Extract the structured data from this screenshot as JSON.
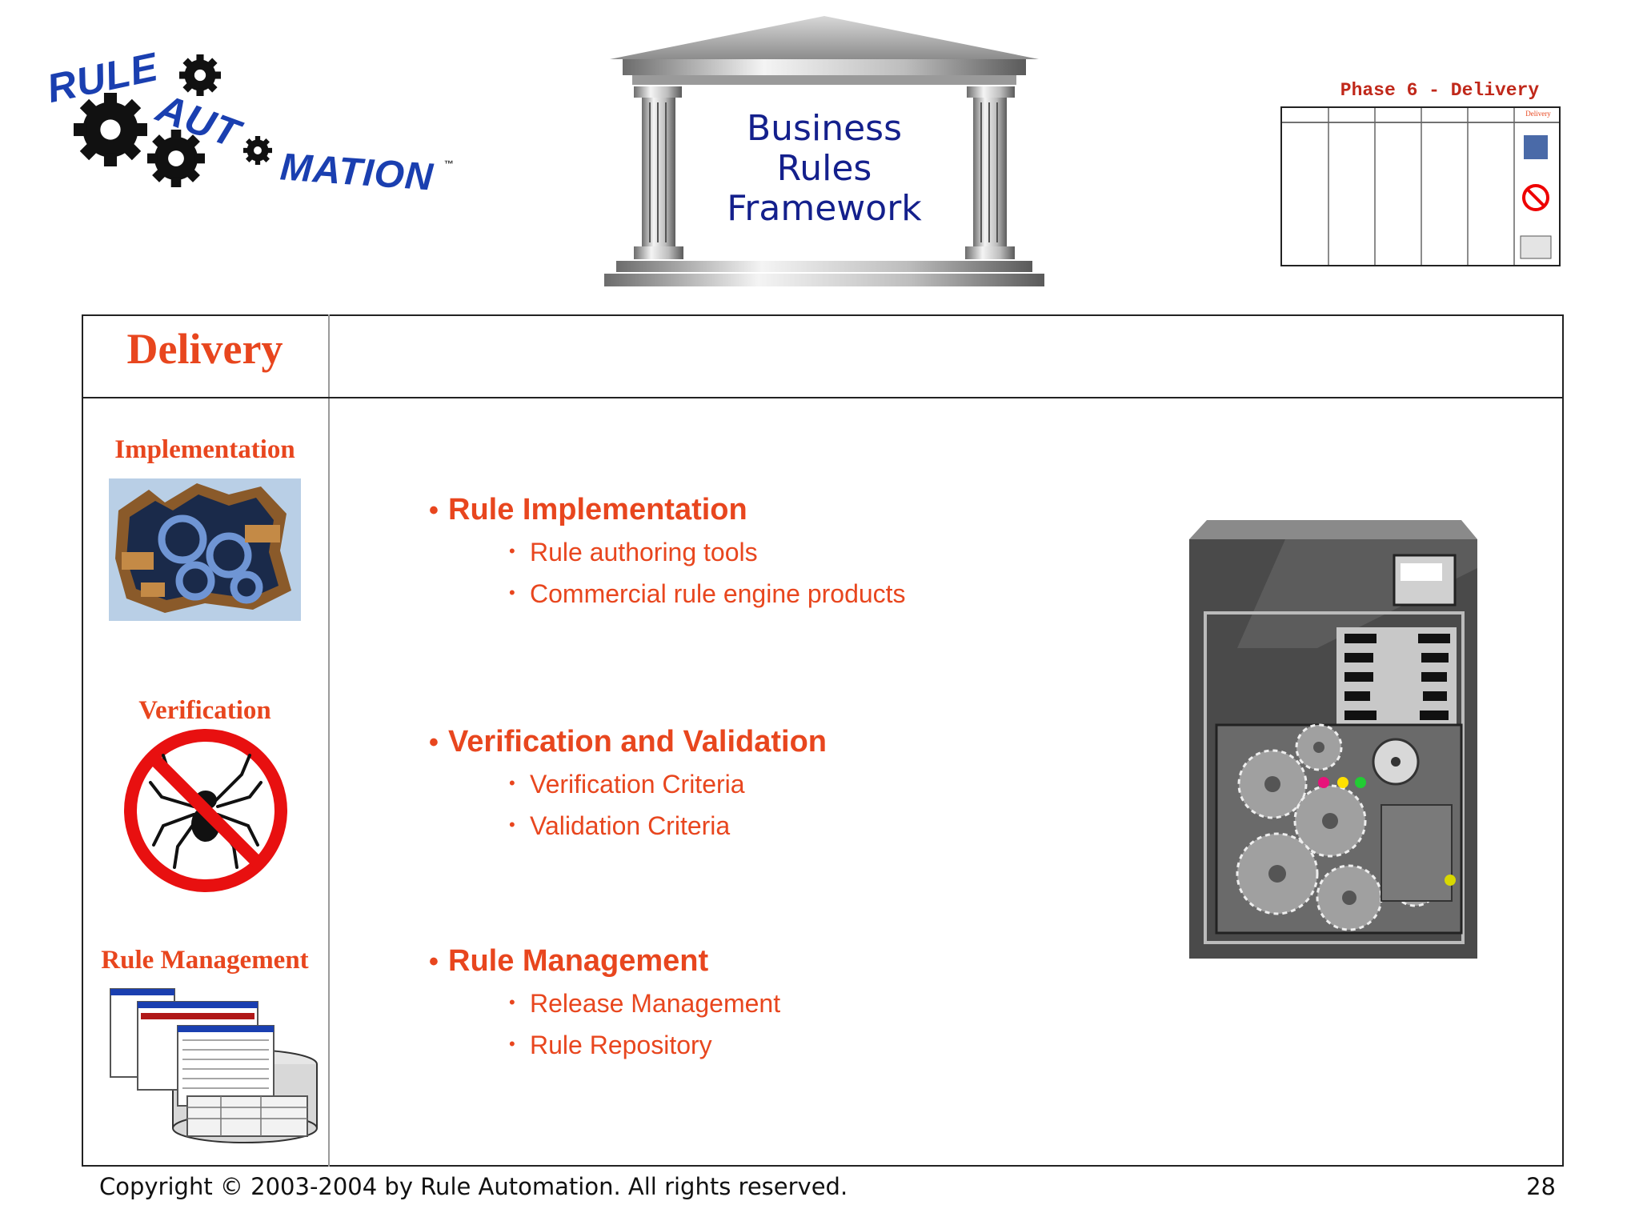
{
  "logo": {
    "word_rule": "RULE",
    "word_aut": "AUT",
    "word_mation": "MATION",
    "tm": "™"
  },
  "framework": {
    "line1": "Business",
    "line2": "Rules",
    "line3": "Framework"
  },
  "phase": {
    "title": "Phase 6 - Delivery",
    "mini_header": "Delivery"
  },
  "section": {
    "title": "Delivery"
  },
  "sidebar": {
    "items": [
      {
        "label": "Implementation",
        "icon": "gears-in-wall-icon"
      },
      {
        "label": "Verification",
        "icon": "no-bugs-icon"
      },
      {
        "label": "Rule Management",
        "icon": "repository-screens-icon"
      }
    ]
  },
  "content": {
    "groups": [
      {
        "title": "Rule Implementation",
        "items": [
          "Rule authoring tools",
          "Commercial rule engine products"
        ]
      },
      {
        "title": "Verification and Validation",
        "items": [
          "Verification Criteria",
          "Validation Criteria"
        ]
      },
      {
        "title": "Rule Management",
        "items": [
          "Release Management",
          "Rule Repository"
        ]
      }
    ]
  },
  "illustration": {
    "icon": "rule-engine-machine-icon"
  },
  "footer": {
    "copyright": "Copyright © 2003-2004 by Rule Automation. All rights reserved.",
    "page": "28"
  },
  "colors": {
    "accent": "#e8461e",
    "logo_blue": "#1a3fb0",
    "framework_blue": "#14208c"
  }
}
